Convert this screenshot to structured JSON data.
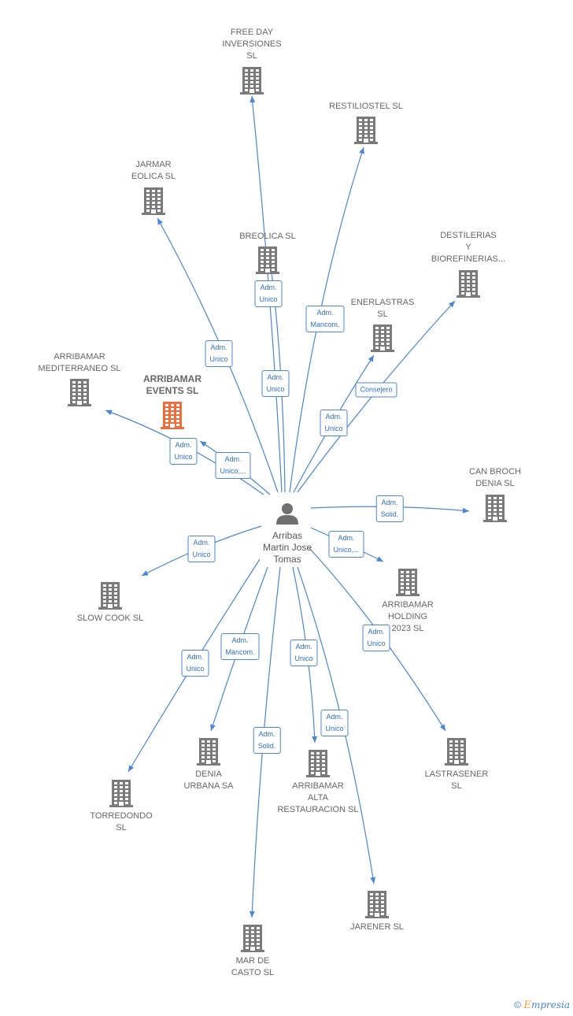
{
  "center": {
    "name": "Arribas\nMartin Jose\nTomas",
    "icon": "person-icon"
  },
  "companies": [
    {
      "id": "free-day",
      "label": "FREE DAY\nINVERSIONES\nSL",
      "icon": "building-icon"
    },
    {
      "id": "restiliostel",
      "label": "RESTILIOSTEL SL",
      "icon": "building-icon"
    },
    {
      "id": "jarmar",
      "label": "JARMAR\nEOLICA SL",
      "icon": "building-icon"
    },
    {
      "id": "breolica",
      "label": "BREOLICA SL",
      "icon": "building-icon"
    },
    {
      "id": "destilerias",
      "label": "DESTILERIAS\nY\nBIOREFINERIAS...",
      "icon": "building-icon"
    },
    {
      "id": "enerlastras",
      "label": "ENERLASTRAS\nSL",
      "icon": "building-icon"
    },
    {
      "id": "arribamar-mediterraneo",
      "label": "ARRIBAMAR\nMEDITERRANEO SL",
      "icon": "building-icon"
    },
    {
      "id": "arribamar-events",
      "label": "ARRIBAMAR\nEVENTS  SL",
      "icon": "building-icon",
      "highlight": true
    },
    {
      "id": "can-broch",
      "label": "CAN BROCH\nDENIA  SL",
      "icon": "building-icon"
    },
    {
      "id": "arribamar-holding",
      "label": "ARRIBAMAR\nHOLDING\n2023  SL",
      "icon": "building-icon"
    },
    {
      "id": "slow-cook",
      "label": "SLOW COOK  SL",
      "icon": "building-icon"
    },
    {
      "id": "lastrasener",
      "label": "LASTRASENER\nSL",
      "icon": "building-icon"
    },
    {
      "id": "denia-urbana",
      "label": "DENIA\nURBANA SA",
      "icon": "building-icon"
    },
    {
      "id": "arribamar-alta",
      "label": "ARRIBAMAR\nALTA\nRESTAURACION SL",
      "icon": "building-icon"
    },
    {
      "id": "torredondo",
      "label": "TORREDONDO\nSL",
      "icon": "building-icon"
    },
    {
      "id": "jarener",
      "label": "JARENER  SL",
      "icon": "building-icon"
    },
    {
      "id": "mar-de-casto",
      "label": "MAR DE\nCASTO  SL",
      "icon": "building-icon"
    }
  ],
  "roles": [
    {
      "id": "r-breolica",
      "label": "Adm.\nUnico"
    },
    {
      "id": "r-restiliostel",
      "label": "Adm.\nMancom."
    },
    {
      "id": "r-jarmar",
      "label": "Adm.\nUnico"
    },
    {
      "id": "r-free-day",
      "label": "Adm.\nUnico"
    },
    {
      "id": "r-destilerias",
      "label": "Consejero"
    },
    {
      "id": "r-enerlastras",
      "label": "Adm.\nUnico"
    },
    {
      "id": "r-mediterraneo",
      "label": "Adm.\nUnico"
    },
    {
      "id": "r-events",
      "label": "Adm.\nUnico,..."
    },
    {
      "id": "r-can-broch",
      "label": "Adm.\nSolid."
    },
    {
      "id": "r-holding",
      "label": "Adm.\nUnico,..."
    },
    {
      "id": "r-slow-cook",
      "label": "Adm.\nUnico"
    },
    {
      "id": "r-lastrasener",
      "label": "Adm.\nUnico"
    },
    {
      "id": "r-torredondo",
      "label": "Adm.\nUnico"
    },
    {
      "id": "r-denia-urbana",
      "label": "Adm.\nMancom."
    },
    {
      "id": "r-alta",
      "label": "Adm.\nUnico"
    },
    {
      "id": "r-jarener",
      "label": "Adm.\nUnico"
    },
    {
      "id": "r-mar-de-casto",
      "label": "Adm.\nSolid."
    }
  ],
  "colors": {
    "edge": "#4a86d4",
    "building": "#7a7a7a",
    "building_highlight": "#f26b3a",
    "person": "#6f6f6f"
  },
  "credit": {
    "copyright": "©",
    "brand_first": "E",
    "brand_rest": "mpresia"
  }
}
